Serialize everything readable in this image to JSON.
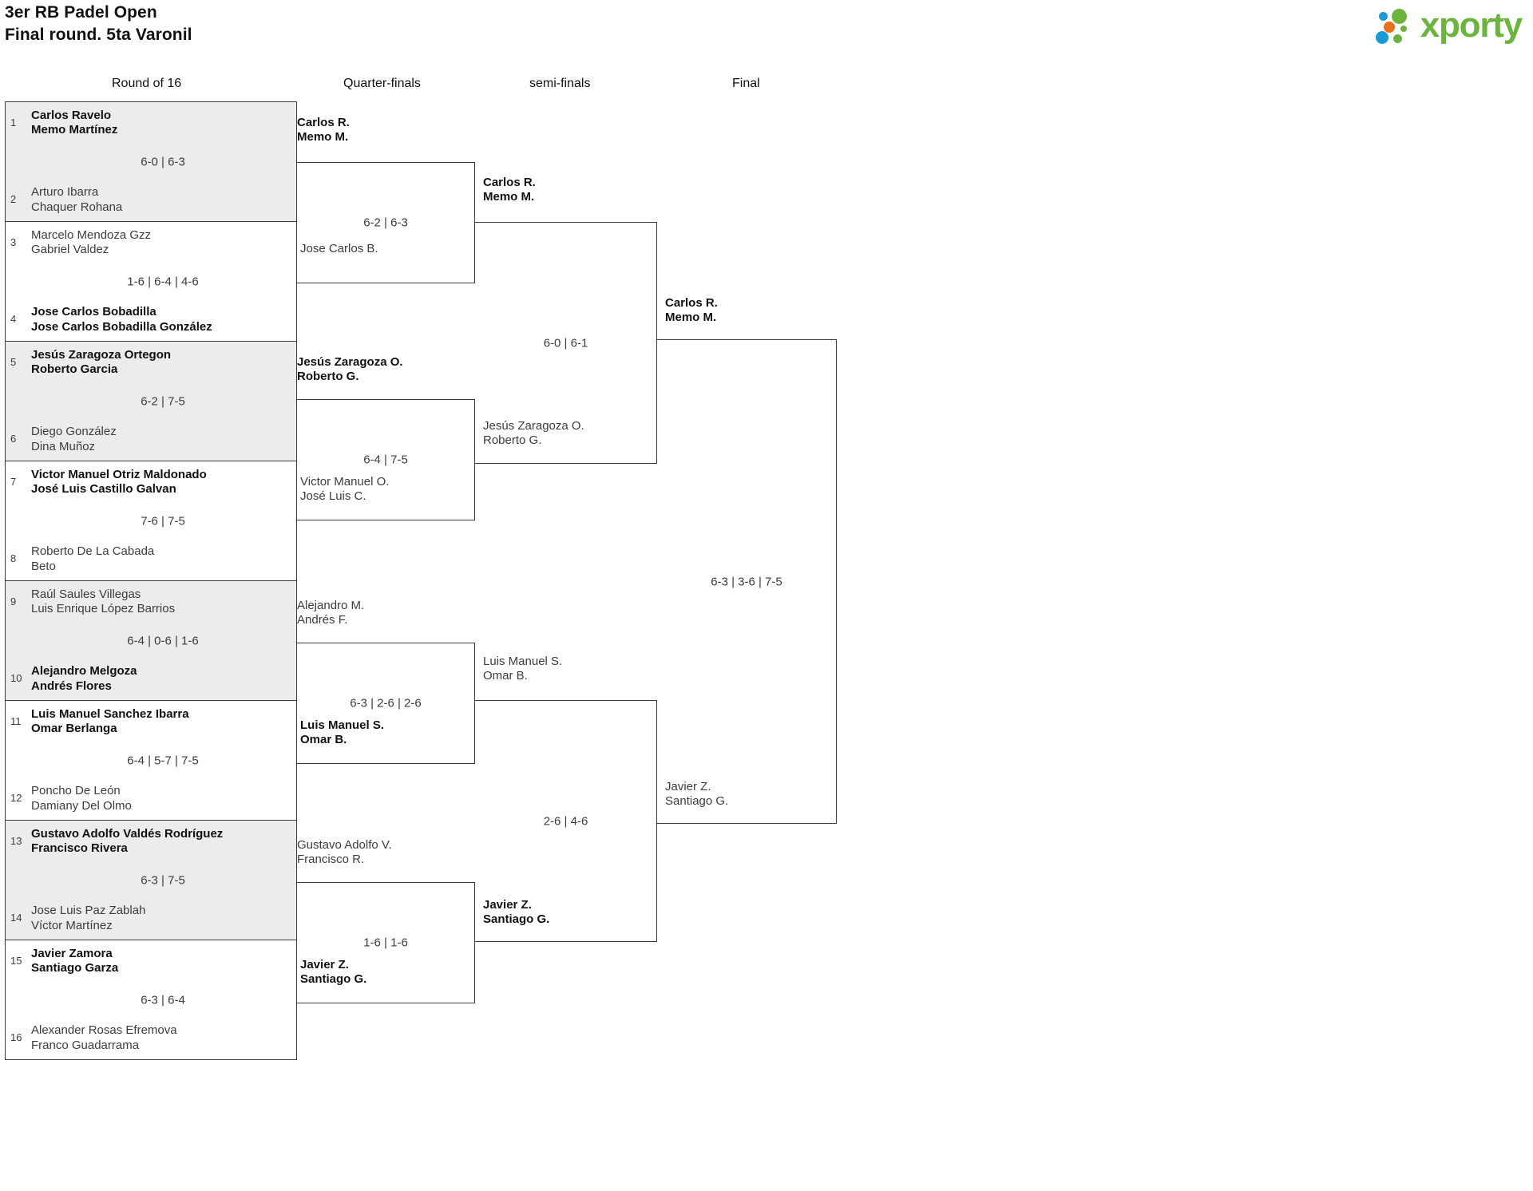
{
  "header": {
    "title_line1": "3er RB Padel Open",
    "title_line2": "Final round. 5ta Varonil"
  },
  "logo": {
    "wordmark": "xporty",
    "colors": {
      "green": "#6cb33f",
      "orange": "#e8701a",
      "blue": "#1b9ad6"
    }
  },
  "rounds": [
    {
      "label": "Round of 16"
    },
    {
      "label": "Quarter-finals"
    },
    {
      "label": "semi-finals"
    },
    {
      "label": "Final"
    }
  ],
  "round_of_16": [
    {
      "score": "6-0 | 6-3",
      "top": {
        "seed": "1",
        "p1": "Carlos Ravelo",
        "p2": "Memo Martínez",
        "winner": true
      },
      "bottom": {
        "seed": "2",
        "p1": "Arturo Ibarra",
        "p2": "Chaquer Rohana",
        "winner": false
      }
    },
    {
      "score": "1-6 | 6-4 | 4-6",
      "top": {
        "seed": "3",
        "p1": "Marcelo Mendoza Gzz",
        "p2": "Gabriel Valdez",
        "winner": false
      },
      "bottom": {
        "seed": "4",
        "p1": "Jose Carlos Bobadilla",
        "p2": "Jose Carlos Bobadilla González",
        "winner": true
      }
    },
    {
      "score": "6-2 | 7-5",
      "top": {
        "seed": "5",
        "p1": "Jesús Zaragoza Ortegon",
        "p2": "Roberto Garcia",
        "winner": true
      },
      "bottom": {
        "seed": "6",
        "p1": "Diego González",
        "p2": "Dina Muñoz",
        "winner": false
      }
    },
    {
      "score": "7-6 | 7-5",
      "top": {
        "seed": "7",
        "p1": "Victor Manuel Otriz Maldonado",
        "p2": "José Luis Castillo Galvan",
        "winner": true
      },
      "bottom": {
        "seed": "8",
        "p1": "Roberto De La Cabada",
        "p2": "Beto",
        "winner": false
      }
    },
    {
      "score": "6-4 | 0-6 | 1-6",
      "top": {
        "seed": "9",
        "p1": "Raúl Saules Villegas",
        "p2": "Luis Enrique López Barrios",
        "winner": false
      },
      "bottom": {
        "seed": "10",
        "p1": "Alejandro Melgoza",
        "p2": "Andrés Flores",
        "winner": true
      }
    },
    {
      "score": "6-4 | 5-7 | 7-5",
      "top": {
        "seed": "11",
        "p1": "Luis Manuel Sanchez Ibarra",
        "p2": "Omar Berlanga",
        "winner": true
      },
      "bottom": {
        "seed": "12",
        "p1": "Poncho De León",
        "p2": "Damiany Del Olmo",
        "winner": false
      }
    },
    {
      "score": "6-3 | 7-5",
      "top": {
        "seed": "13",
        "p1": "Gustavo Adolfo Valdés Rodríguez",
        "p2": "Francisco Rivera",
        "winner": true
      },
      "bottom": {
        "seed": "14",
        "p1": "Jose Luis Paz Zablah",
        "p2": "Víctor Martínez",
        "winner": false
      }
    },
    {
      "score": "6-3 | 6-4",
      "top": {
        "seed": "15",
        "p1": "Javier Zamora",
        "p2": "Santiago Garza",
        "winner": true
      },
      "bottom": {
        "seed": "16",
        "p1": "Alexander Rosas Efremova",
        "p2": "Franco Guadarrama",
        "winner": false
      }
    }
  ],
  "quarter_finals": [
    {
      "score": "6-2 | 6-3",
      "top": {
        "p1": "Carlos R.",
        "p2": "Memo M.",
        "winner": true
      },
      "bottom": {
        "p1": "Jose Carlos B.",
        "p2": "",
        "winner": false
      }
    },
    {
      "score": "6-4 | 7-5",
      "top": {
        "p1": "Jesús Zaragoza O.",
        "p2": "Roberto G.",
        "winner": true
      },
      "bottom": {
        "p1": "Victor Manuel O.",
        "p2": "José Luis C.",
        "winner": false
      }
    },
    {
      "score": "6-3 | 2-6 | 2-6",
      "top": {
        "p1": "Alejandro M.",
        "p2": "Andrés F.",
        "winner": false
      },
      "bottom": {
        "p1": "Luis Manuel S.",
        "p2": "Omar B.",
        "winner": true
      }
    },
    {
      "score": "1-6 | 1-6",
      "top": {
        "p1": "Gustavo Adolfo V.",
        "p2": "Francisco R.",
        "winner": false
      },
      "bottom": {
        "p1": "Javier Z.",
        "p2": "Santiago G.",
        "winner": true
      }
    }
  ],
  "semi_finals": [
    {
      "score": "6-0 | 6-1",
      "top": {
        "p1": "Carlos R.",
        "p2": "Memo M.",
        "winner": true
      },
      "bottom": {
        "p1": "Jesús Zaragoza O.",
        "p2": "Roberto G.",
        "winner": false
      }
    },
    {
      "score": "2-6 | 4-6",
      "top": {
        "p1": "Luis Manuel S.",
        "p2": "Omar B.",
        "winner": false
      },
      "bottom": {
        "p1": "Javier Z.",
        "p2": "Santiago G.",
        "winner": true
      }
    }
  ],
  "final": {
    "score": "6-3 | 3-6 | 7-5",
    "top": {
      "p1": "Carlos R.",
      "p2": "Memo M.",
      "winner": true
    },
    "bottom": {
      "p1": "Javier Z.",
      "p2": "Santiago G.",
      "winner": false
    },
    "champion": {
      "p1": "Carlos R.",
      "p2": "Memo M."
    }
  }
}
